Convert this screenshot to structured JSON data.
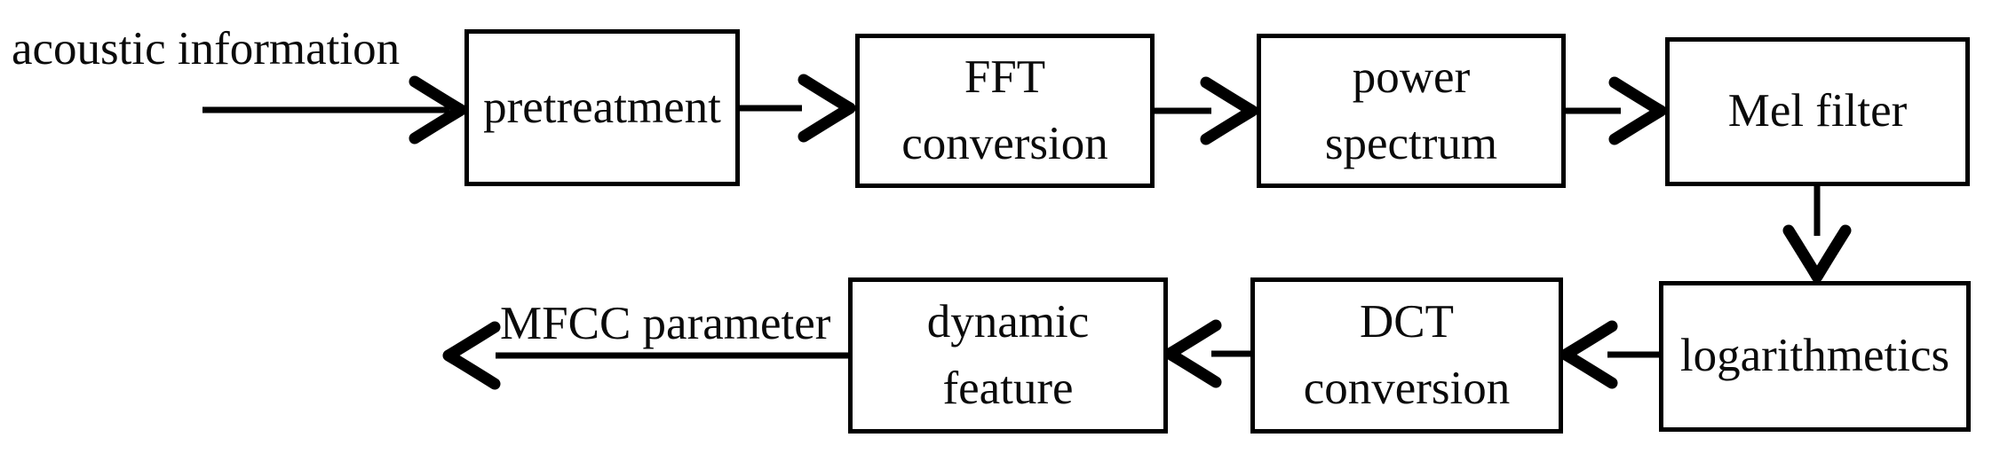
{
  "diagram": {
    "kind": "flowchart",
    "colors": {
      "background": "#ffffff",
      "line": "#000000",
      "text": "#0a0a0a"
    },
    "input_label": "acoustic information",
    "output_label": "MFCC parameter",
    "nodes": [
      {
        "id": "pretreatment",
        "label": "pretreatment"
      },
      {
        "id": "fft-conversion",
        "label": "FFT\nconversion"
      },
      {
        "id": "power-spectrum",
        "label": "power\nspectrum"
      },
      {
        "id": "mel-filter",
        "label": "Mel filter"
      },
      {
        "id": "logarithmetics",
        "label": "logarithmetics"
      },
      {
        "id": "dct-conversion",
        "label": "DCT\nconversion"
      },
      {
        "id": "dynamic-feature",
        "label": "dynamic\nfeature"
      }
    ],
    "edges": [
      {
        "from": "acoustic information",
        "to": "pretreatment",
        "direction": "right"
      },
      {
        "from": "pretreatment",
        "to": "FFT conversion",
        "direction": "right"
      },
      {
        "from": "FFT conversion",
        "to": "power spectrum",
        "direction": "right"
      },
      {
        "from": "power spectrum",
        "to": "Mel filter",
        "direction": "right"
      },
      {
        "from": "Mel filter",
        "to": "logarithmetics",
        "direction": "down"
      },
      {
        "from": "logarithmetics",
        "to": "DCT conversion",
        "direction": "left"
      },
      {
        "from": "DCT conversion",
        "to": "dynamic feature",
        "direction": "left"
      },
      {
        "from": "dynamic feature",
        "to": "MFCC parameter",
        "direction": "left"
      }
    ]
  }
}
